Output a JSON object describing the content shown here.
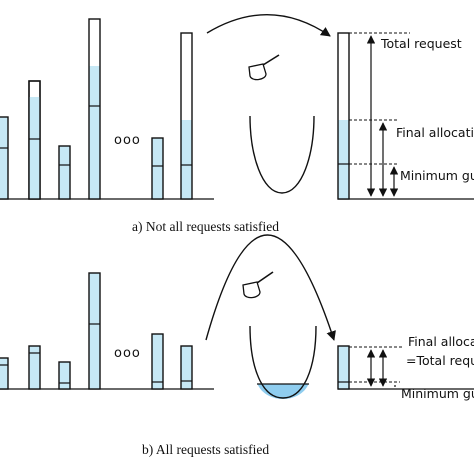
{
  "panel_a": {
    "caption": "a) Not all requests satisfied",
    "ellipsis": "ooo",
    "labels": {
      "total_request": "Total request",
      "final_allocation": "Final allocatio",
      "minimum_guarantee": "Minimum gu"
    }
  },
  "panel_b": {
    "caption": "b) All requests satisfied",
    "ellipsis": "ooo",
    "labels": {
      "final_allocation": "Final alloca",
      "total_request": "=Total requ",
      "minimum_guarantee": "Minimum gu"
    }
  },
  "colors": {
    "fill": "#c6e8f5",
    "water": "#8fcdef",
    "stroke": "#111111"
  }
}
